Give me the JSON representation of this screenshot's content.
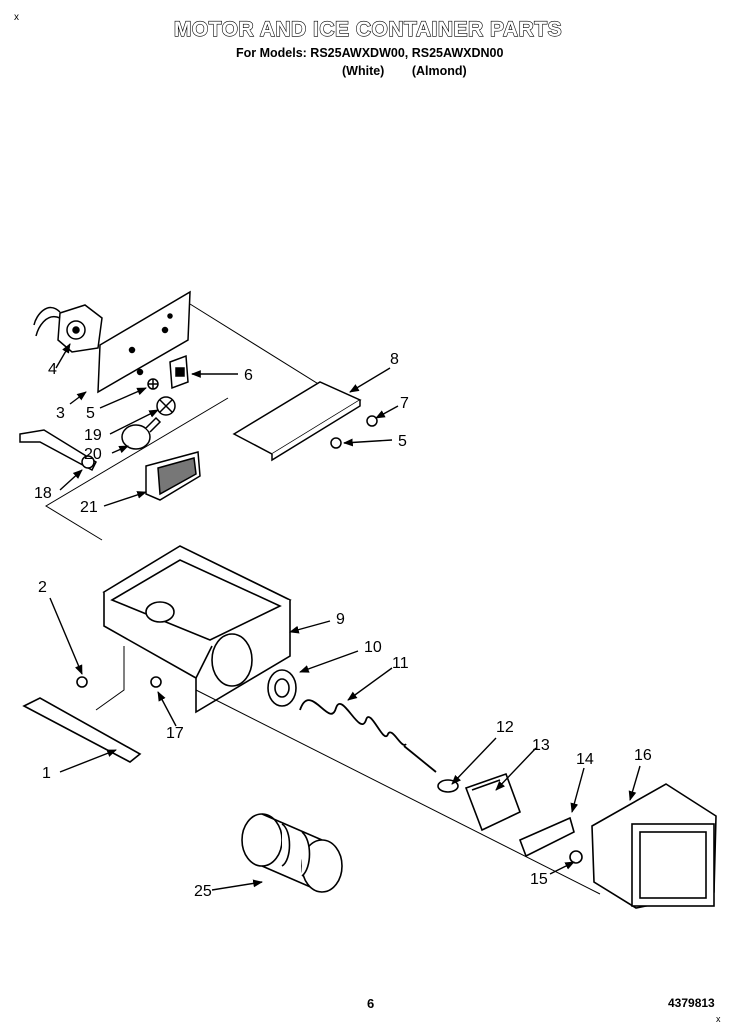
{
  "title": "MOTOR AND ICE CONTAINER PARTS",
  "models_line": "For Models: RS25AWXDW00, RS25AWXDN00",
  "color_white": "(White)",
  "color_almond": "(Almond)",
  "page_number": "6",
  "document_number": "4379813",
  "corner_mark": "x",
  "doc_suffix": "x",
  "callouts": {
    "c1": "1",
    "c2": "2",
    "c3": "3",
    "c4": "4",
    "c5a": "5",
    "c5b": "5",
    "c6": "6",
    "c7": "7",
    "c8": "8",
    "c9": "9",
    "c10": "10",
    "c11": "11",
    "c12": "12",
    "c13": "13",
    "c14": "14",
    "c15": "15",
    "c16": "16",
    "c17": "17",
    "c18": "18",
    "c19": "19",
    "c20": "20",
    "c21": "21",
    "c25": "25"
  }
}
